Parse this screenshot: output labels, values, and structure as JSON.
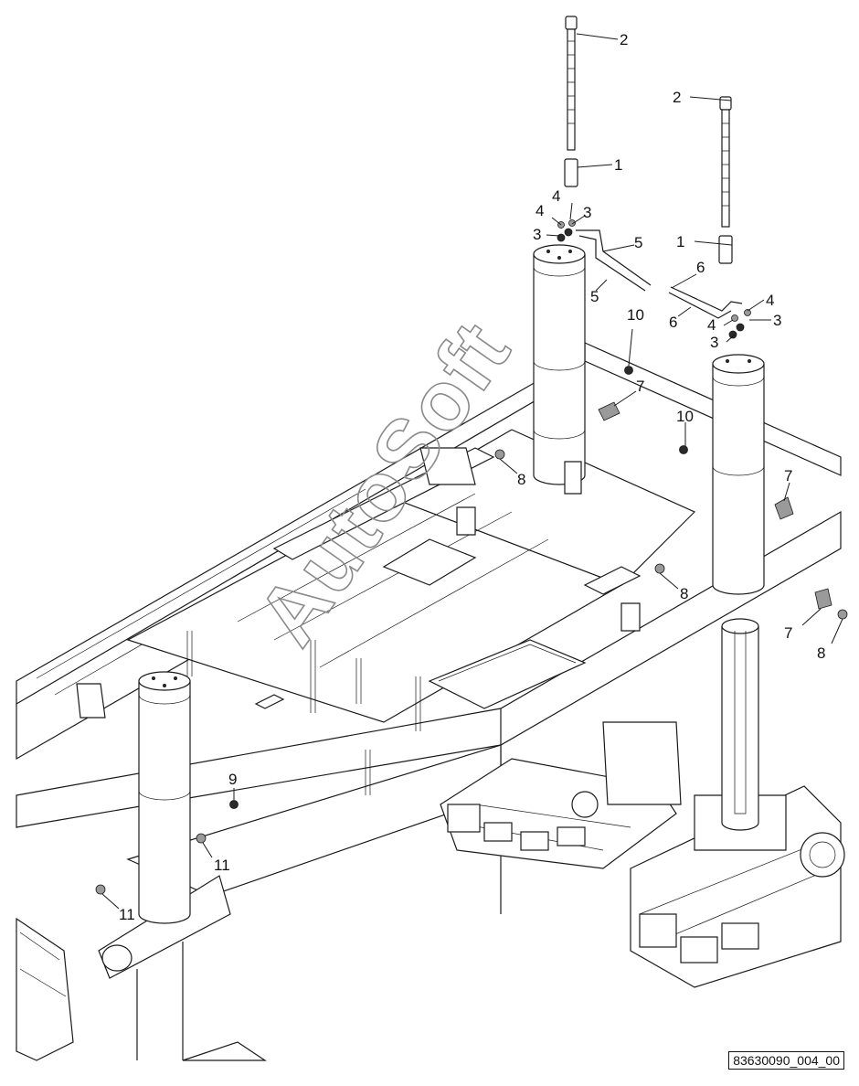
{
  "figure_id": "83630090_004_00",
  "watermark": "AutoSoft",
  "callouts": [
    {
      "num": "1"
    },
    {
      "num": "1"
    },
    {
      "num": "2"
    },
    {
      "num": "2"
    },
    {
      "num": "3"
    },
    {
      "num": "3"
    },
    {
      "num": "3"
    },
    {
      "num": "3"
    },
    {
      "num": "4"
    },
    {
      "num": "4"
    },
    {
      "num": "4"
    },
    {
      "num": "4"
    },
    {
      "num": "5"
    },
    {
      "num": "5"
    },
    {
      "num": "6"
    },
    {
      "num": "6"
    },
    {
      "num": "7"
    },
    {
      "num": "7"
    },
    {
      "num": "7"
    },
    {
      "num": "8"
    },
    {
      "num": "8"
    },
    {
      "num": "8"
    },
    {
      "num": "9"
    },
    {
      "num": "10"
    },
    {
      "num": "10"
    },
    {
      "num": "11"
    },
    {
      "num": "11"
    }
  ]
}
